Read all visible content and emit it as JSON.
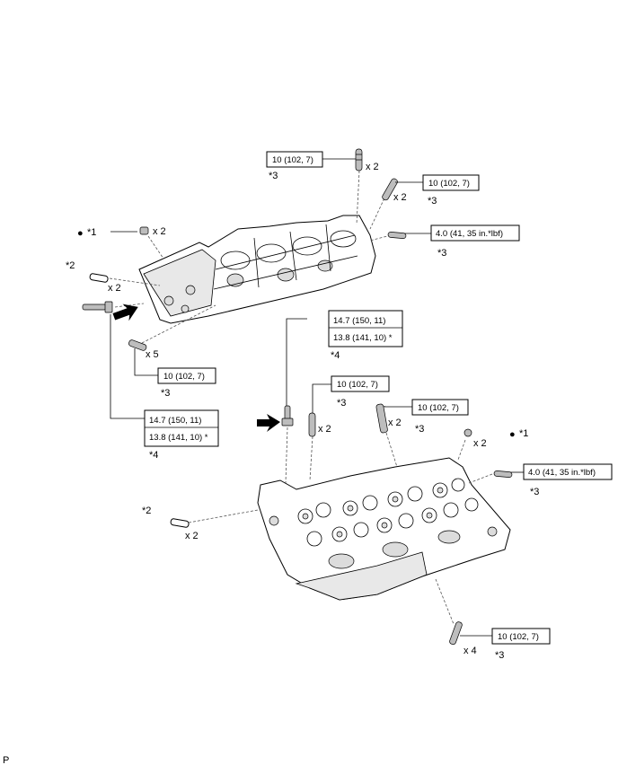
{
  "labels": {
    "star1": "*1",
    "star2": "*2",
    "star3": "*3",
    "star4": "*4",
    "x2": "x 2",
    "x4": "x 4",
    "x5": "x 5",
    "torque_10": "10 (102, 7)",
    "torque_4": "4.0 (41, 35 in.*lbf)",
    "torque_147": "14.7 (150, 11)",
    "torque_138": "13.8 (141, 10) *",
    "bullet": "●",
    "footer": "P"
  },
  "icons": {
    "arrow": "filled-arrow-icon",
    "head": "cylinder-head-illustration",
    "bolt": "bolt-icon",
    "stud": "stud-bolt-icon",
    "pin": "dowel-pin-icon",
    "plug": "plug-icon"
  }
}
